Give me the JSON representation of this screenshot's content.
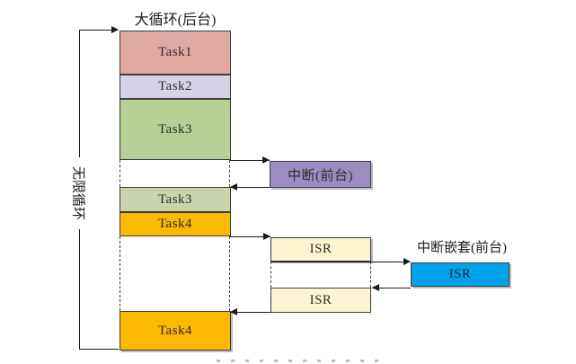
{
  "diagram": {
    "titles": {
      "background_loop": "大循环(后台)",
      "nested_interrupt": "中断嵌套(前台)"
    },
    "labels": {
      "infinite_loop": "无限循环",
      "interrupt_foreground": "中断(前台)"
    },
    "task_blocks": [
      {
        "id": "task1",
        "label": "Task1",
        "color": "#dfa9a2"
      },
      {
        "id": "task2",
        "label": "Task2",
        "color": "#d8d2e7"
      },
      {
        "id": "task3-first",
        "label": "Task3",
        "color": "#b6cf95"
      },
      {
        "id": "task3-resume",
        "label": "Task3",
        "color": "#c9d4ae"
      },
      {
        "id": "task4-first",
        "label": "Task4",
        "color": "#fdb801"
      },
      {
        "id": "task4-resume",
        "label": "Task4",
        "color": "#fdb801"
      }
    ],
    "isr_blocks": [
      {
        "id": "isr-level1-first",
        "label": "ISR",
        "color": "#fcf3d1"
      },
      {
        "id": "isr-level1-second",
        "label": "ISR",
        "color": "#fcf3d1"
      },
      {
        "id": "isr-level2-nested",
        "label": "ISR",
        "color": "#00a2e9"
      }
    ],
    "colors": {
      "interrupt_box": "#9c8cc1",
      "line": "#1a1a1a"
    }
  }
}
